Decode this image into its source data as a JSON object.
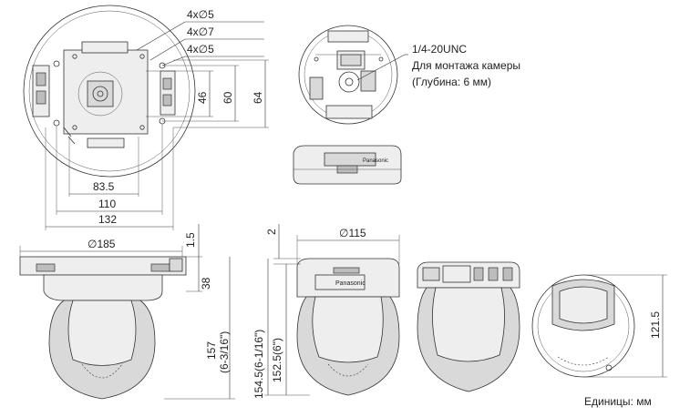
{
  "labels": {
    "hole_a": "4x∅5",
    "hole_b": "4x∅7",
    "hole_c": "4x∅5",
    "dim_46": "46",
    "dim_60": "60",
    "dim_64": "64",
    "dim_83_5": "83.5",
    "dim_110": "110",
    "dim_132": "132",
    "dim_185": "∅185",
    "dim_1_5": "1.5",
    "dim_38": "38",
    "dim_157": "157",
    "dim_157_in": "(6-3/16\")",
    "dim_2": "2",
    "dim_115": "∅115",
    "dim_154_5": "154.5(6-1/16\")",
    "dim_152_5": "152.5(6\")",
    "dim_121_5": "121.5",
    "mount_thread": "1/4-20UNC",
    "mount_note": "Для монтажа камеры",
    "mount_depth": "(Глубина: 6 мм)",
    "brand": "Panasonic",
    "units": "Единицы: мм"
  }
}
